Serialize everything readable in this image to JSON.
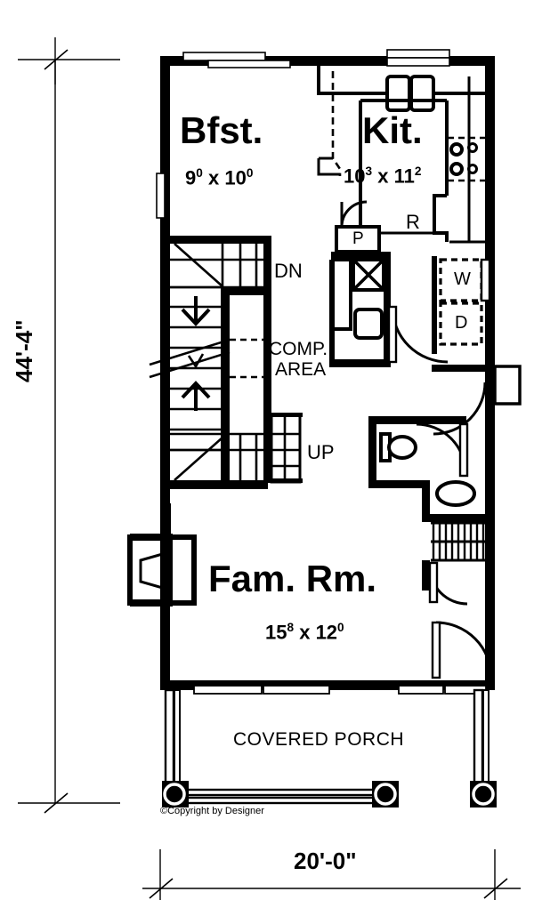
{
  "plan": {
    "title_copyright": "©Copyright by Designer",
    "overall_dimensions": {
      "width_label": "20'-0\"",
      "height_label": "44'-4\""
    },
    "rooms": [
      {
        "id": "breakfast",
        "name": "Bfst.",
        "dim_a": "9",
        "dim_a_sup": "0",
        "sep": "x",
        "dim_b": "10",
        "dim_b_sup": "0"
      },
      {
        "id": "kitchen",
        "name": "Kit.",
        "dim_a": "10",
        "dim_a_sup": "3",
        "sep": "x",
        "dim_b": "11",
        "dim_b_sup": "2"
      },
      {
        "id": "family-room",
        "name": "Fam. Rm.",
        "dim_a": "15",
        "dim_a_sup": "8",
        "sep": "x",
        "dim_b": "12",
        "dim_b_sup": "0"
      }
    ],
    "labels": {
      "stairs_down": "DN",
      "stairs_up": "UP",
      "computer_area_line1": "COMP.",
      "computer_area_line2": "AREA",
      "pantry": "P",
      "refrigerator": "R",
      "washer": "W",
      "dryer": "D",
      "covered_porch": "COVERED PORCH"
    },
    "colors": {
      "wall": "#000000",
      "background": "#ffffff",
      "line": "#000000"
    }
  }
}
